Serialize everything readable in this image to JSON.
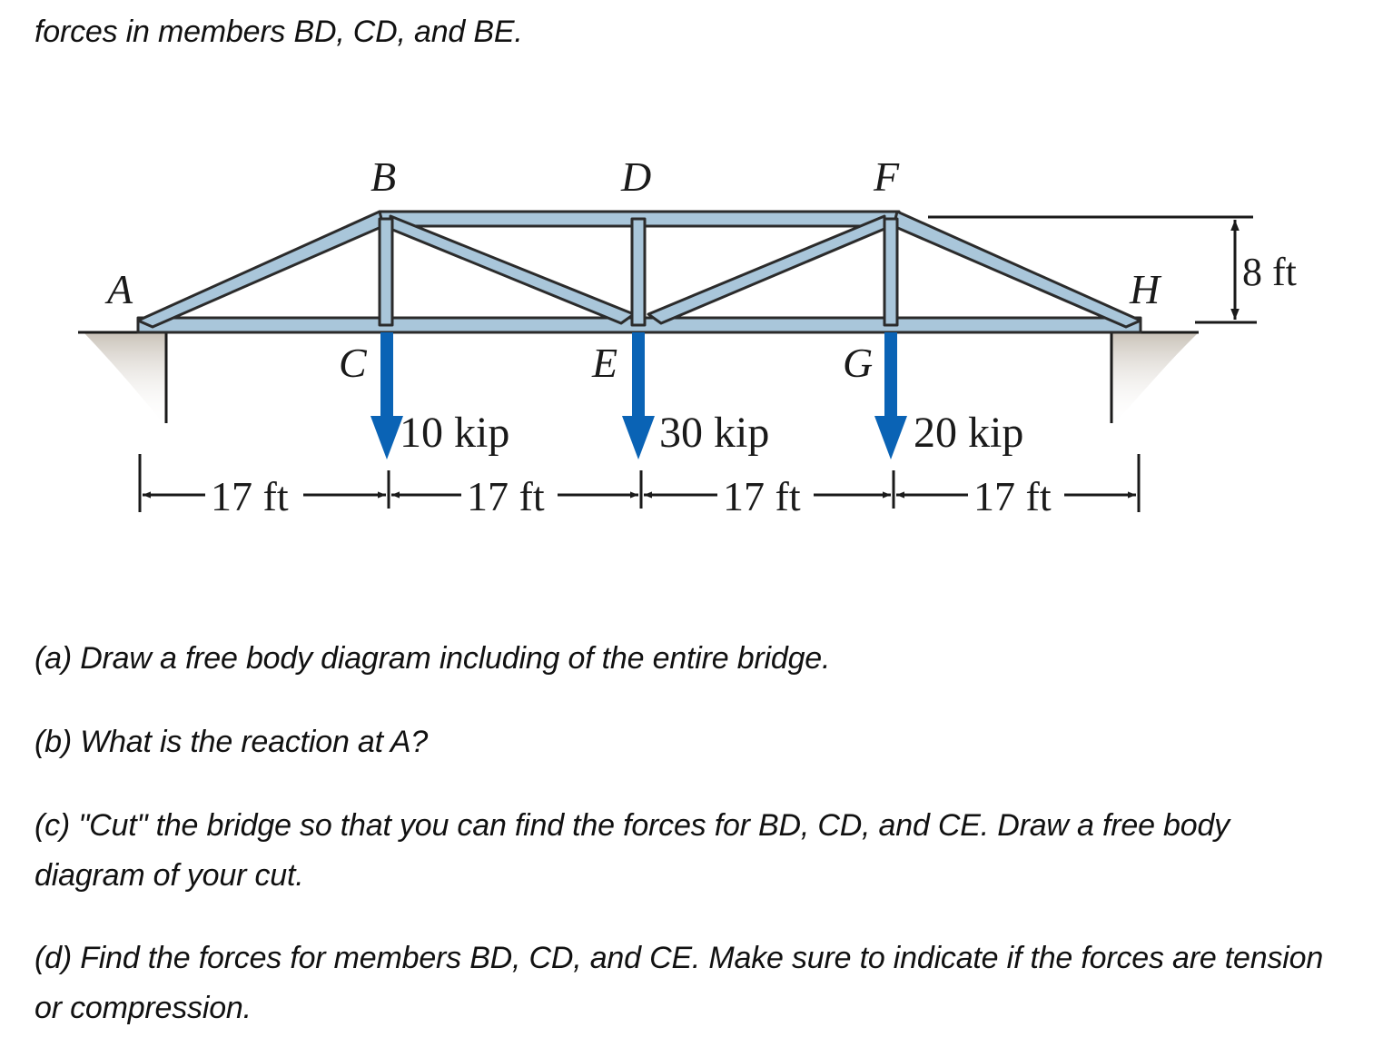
{
  "text": {
    "intro": "forces in members BD, CD, and BE.",
    "question_a": "(a)  Draw a free body diagram including of the entire bridge.",
    "question_b": "(b) What is the reaction at A?",
    "question_c": "(c)  \"Cut\" the bridge so that you can find the forces for BD, CD, and CE.  Draw a free body diagram of your cut.",
    "question_d": "(d)  Find the forces for members BD, CD, and CE. Make sure to indicate if the forces are tension or compression."
  },
  "diagram": {
    "joints": {
      "A": "A",
      "B": "B",
      "C": "C",
      "D": "D",
      "E": "E",
      "F": "F",
      "G": "G",
      "H": "H"
    },
    "loads": [
      "10 kip",
      "30 kip",
      "20 kip"
    ],
    "spans": [
      "17 ft",
      "17 ft",
      "17 ft",
      "17 ft"
    ],
    "height": "8 ft",
    "colors": {
      "member_fill": "#a9c6da",
      "member_outline": "#2b2b2b",
      "load_arrow": "#0a63b5",
      "ground_shadow": "#c9c2b8"
    }
  }
}
